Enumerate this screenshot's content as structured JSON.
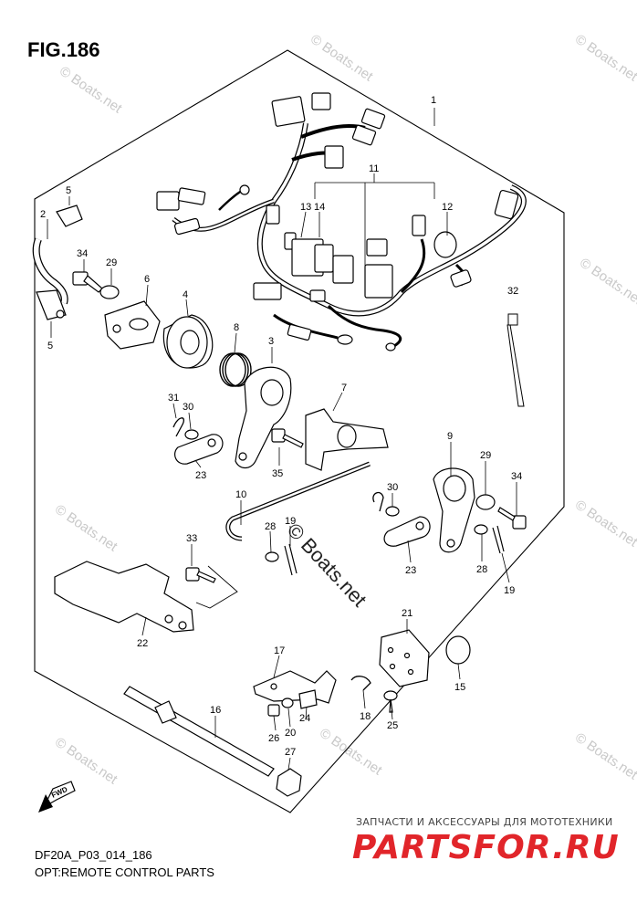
{
  "figure": {
    "title": "FIG.186",
    "code": "DF20A_P03_014_186",
    "caption": "OPT:REMOTE CONTROL PARTS"
  },
  "direction_label": "FWD",
  "watermarks": {
    "text": "© Boats.net",
    "center_text": "© Boats.net"
  },
  "brand": {
    "tagline": "ЗАПЧАСТИ И АКСЕССУАРЫ ДЛЯ МОТОТЕХНИКИ",
    "logo": "PARTSFOR.RU",
    "color": "#e1252a"
  },
  "callouts": {
    "c1": "1",
    "c2": "2",
    "c3": "3",
    "c4": "4",
    "c5a": "5",
    "c5b": "5",
    "c6": "6",
    "c7": "7",
    "c8": "8",
    "c9": "9",
    "c10": "10",
    "c11": "11",
    "c12": "12",
    "c13": "13",
    "c14": "14",
    "c15": "15",
    "c16": "16",
    "c17": "17",
    "c18": "18",
    "c19a": "19",
    "c19b": "19",
    "c20": "20",
    "c21": "21",
    "c22": "22",
    "c23a": "23",
    "c23b": "23",
    "c24": "24",
    "c25": "25",
    "c26": "26",
    "c27": "27",
    "c28a": "28",
    "c28b": "28",
    "c29a": "29",
    "c29b": "29",
    "c30a": "30",
    "c30b": "30",
    "c31": "31",
    "c32": "32",
    "c33": "33",
    "c34a": "34",
    "c34b": "34",
    "c35": "35"
  }
}
